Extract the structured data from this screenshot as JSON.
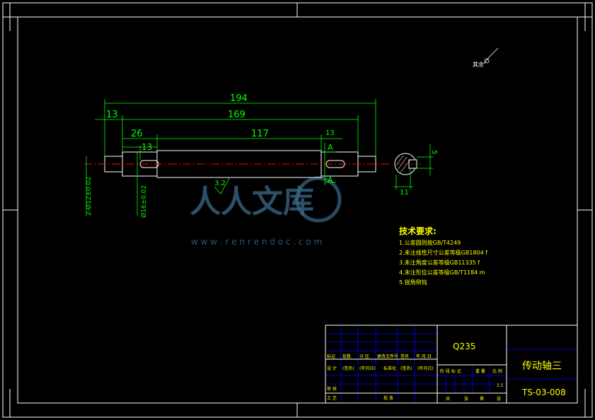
{
  "drawing": {
    "dimensions": {
      "overall": "194",
      "between_shoulders": "169",
      "left_step": "13",
      "left_keyway_offset": "26",
      "middle": "117",
      "right_step": "13",
      "keyway_length": "13",
      "dia_end": "2-Ø12±0.02",
      "dia_body": "Ø16±0.02",
      "roughness": "3.2",
      "section_width": "11",
      "section_depth": "5",
      "section_mark": "A"
    },
    "surface_note": "其余",
    "tech_requirements": {
      "title": "技术要求:",
      "items": [
        "1.公差圆则按GB/T4249",
        "2.未注线性尺寸公差等级GB1804 f",
        "3.未注角度公差等级GB11335 f",
        "4.未注形位公差等级GB/T1184 m",
        "5.锐角倒钝"
      ]
    },
    "watermark": {
      "text": "人人文库",
      "url": "w w w . r e n r e n d o c . c o m"
    }
  },
  "title_block": {
    "material": "Q235",
    "part_name": "传动轴三",
    "drawing_number": "TS-03-008",
    "scale": "1:1",
    "row_labels_1": [
      "标记",
      "处数",
      "分 区",
      "更改文件号",
      "签名",
      "年.月.日"
    ],
    "row_labels_2": [
      "设 计",
      "(签名)",
      "(年月日)",
      "标准化",
      "(签名)",
      "(年月日)"
    ],
    "stage_labels": [
      "阶 段 标 记",
      "重 量",
      "比 例"
    ],
    "review": "审 核",
    "process": "工 艺",
    "approve": "批 准",
    "sheet_labels": [
      "共",
      "张",
      "第",
      "张"
    ]
  },
  "colors": {
    "frame": "#ffffff",
    "dim": "#00ff00",
    "grid": "#0000ff",
    "text": "#ffff00",
    "center": "#ff0000",
    "watermark": "#3a6b8a"
  }
}
